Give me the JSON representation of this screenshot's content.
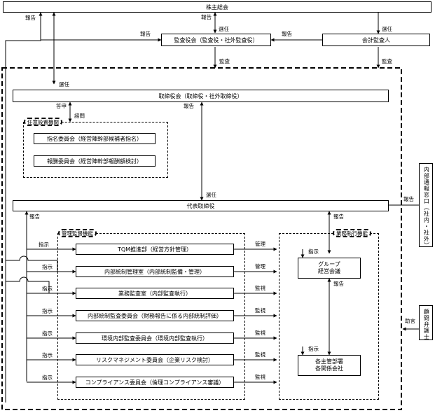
{
  "boxes": {
    "shareholders": "株主総会",
    "audit_board": "監査役会（監査役・社外監査役）",
    "accounting_auditor": "会計監査人",
    "board": "取締役会（取締役・社外取締役）",
    "representative": "代表取締役",
    "nomination": "指名委員会（経営陣幹部候補者指名）",
    "compensation": "報酬委員会（経営陣幹部報酬額検討）",
    "tqm": "TQM推進部（経営方針管理）",
    "internal_control": "内部統制管理室（内部統制監備・管理）",
    "business_audit": "業務監査室（内部監査執行）",
    "ic_audit_committee": "内部統制監査委員会（財務報告に係る内部統制評価）",
    "env_audit": "環境内部監査委員会（環境内部監査執行）",
    "risk": "リスクマネジメント委員会（企業リスク検討）",
    "compliance": "コンプライアンス委員会（倫理コンプライアンス審議）",
    "group_meeting_l1": "グループ",
    "group_meeting_l2": "経営会議",
    "divisions_l1": "各主管部署",
    "divisions_l2": "各関係会社",
    "whistleblower": "内部通報窓口（社内・社外）",
    "legal_advisor": "顧問弁護士"
  },
  "tags": {
    "optional_bodies": "任意設置機関",
    "mgmt_oversight": "管理監督機能",
    "execution": "業務執行機能"
  },
  "labels": {
    "report": "報告",
    "elect": "選任",
    "audit": "監査",
    "answer": "答申",
    "consult": "諮問",
    "instruct": "指示",
    "manage": "管理",
    "monitor": "監視",
    "advice": "助言"
  }
}
